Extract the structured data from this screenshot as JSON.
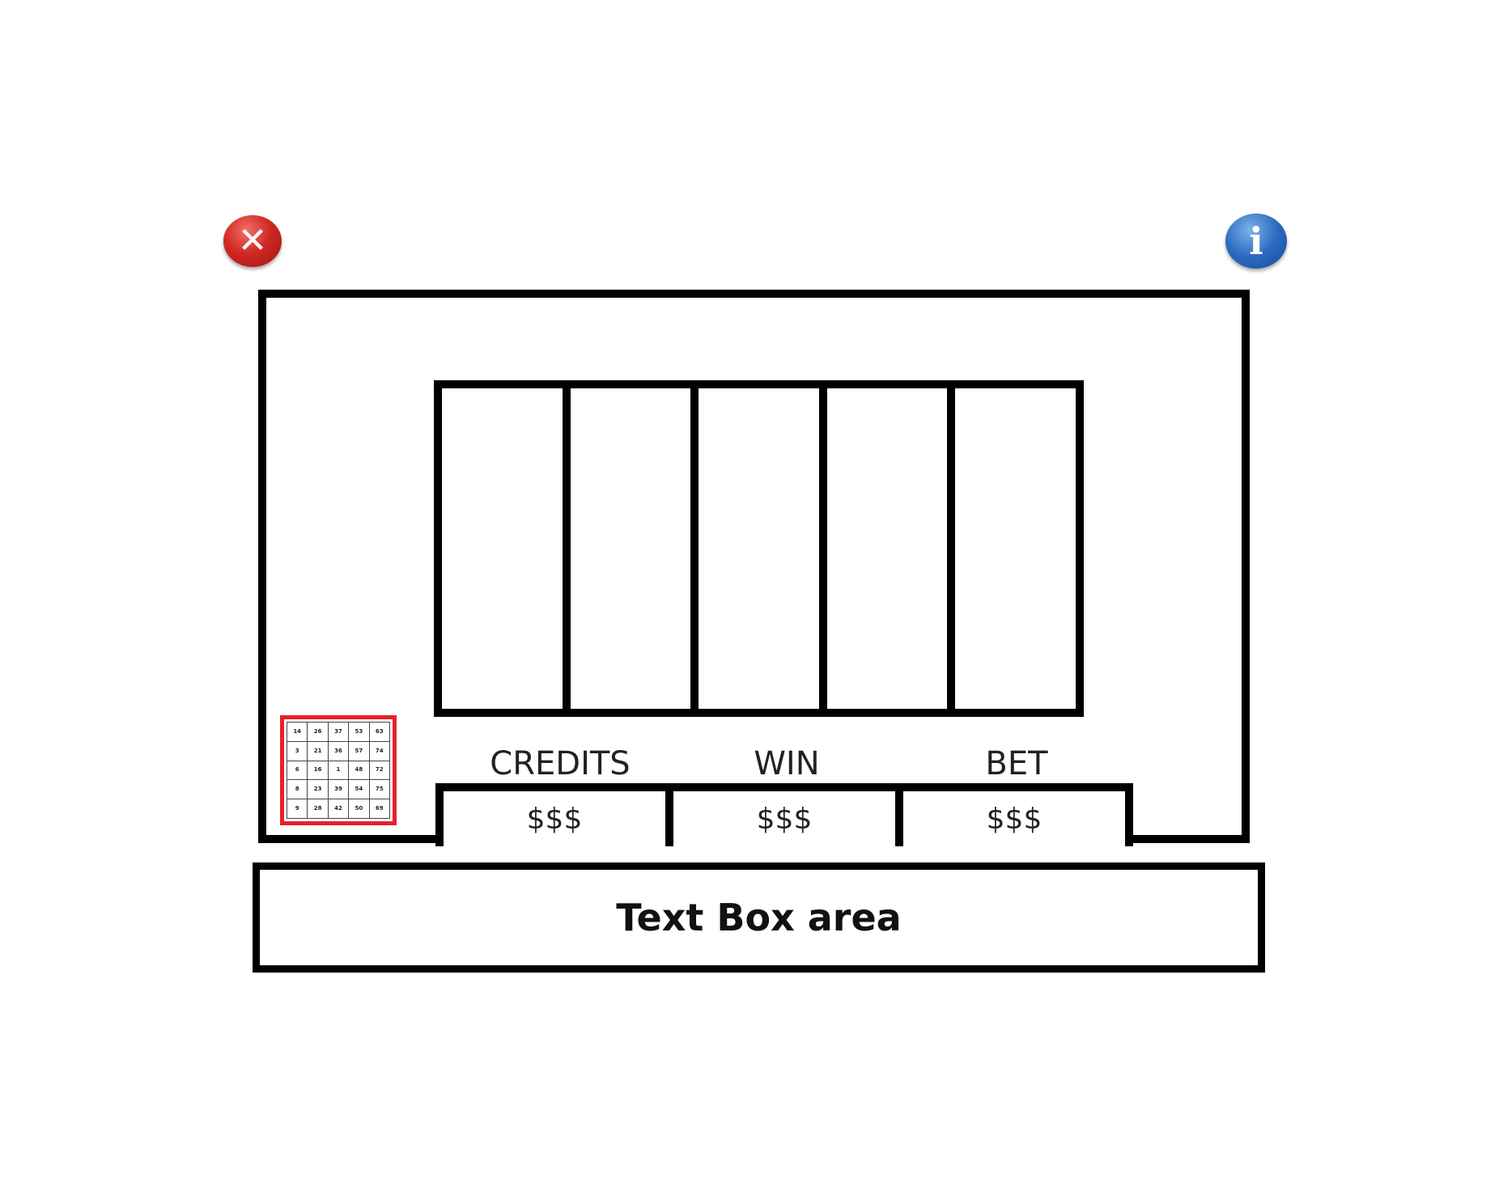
{
  "controls": {
    "close_glyph": "✕",
    "info_glyph": "i",
    "close_icon": "close-icon",
    "info_icon": "info-icon",
    "close_color": "#d22a23",
    "info_color": "#2c6bc2"
  },
  "reels": {
    "count": 5
  },
  "meters": {
    "credits_label": "CREDITS",
    "win_label": "WIN",
    "bet_label": "BET",
    "credits_value": "$$$",
    "win_value": "$$$",
    "bet_value": "$$$"
  },
  "bingo_card": {
    "border_color": "#e8202a",
    "rows": [
      [
        "14",
        "26",
        "37",
        "53",
        "63"
      ],
      [
        "3",
        "21",
        "36",
        "57",
        "74"
      ],
      [
        "6",
        "16",
        "1",
        "48",
        "72"
      ],
      [
        "8",
        "23",
        "39",
        "54",
        "75"
      ],
      [
        "9",
        "28",
        "42",
        "50",
        "69"
      ]
    ]
  },
  "text_box": {
    "label": "Text Box area"
  }
}
